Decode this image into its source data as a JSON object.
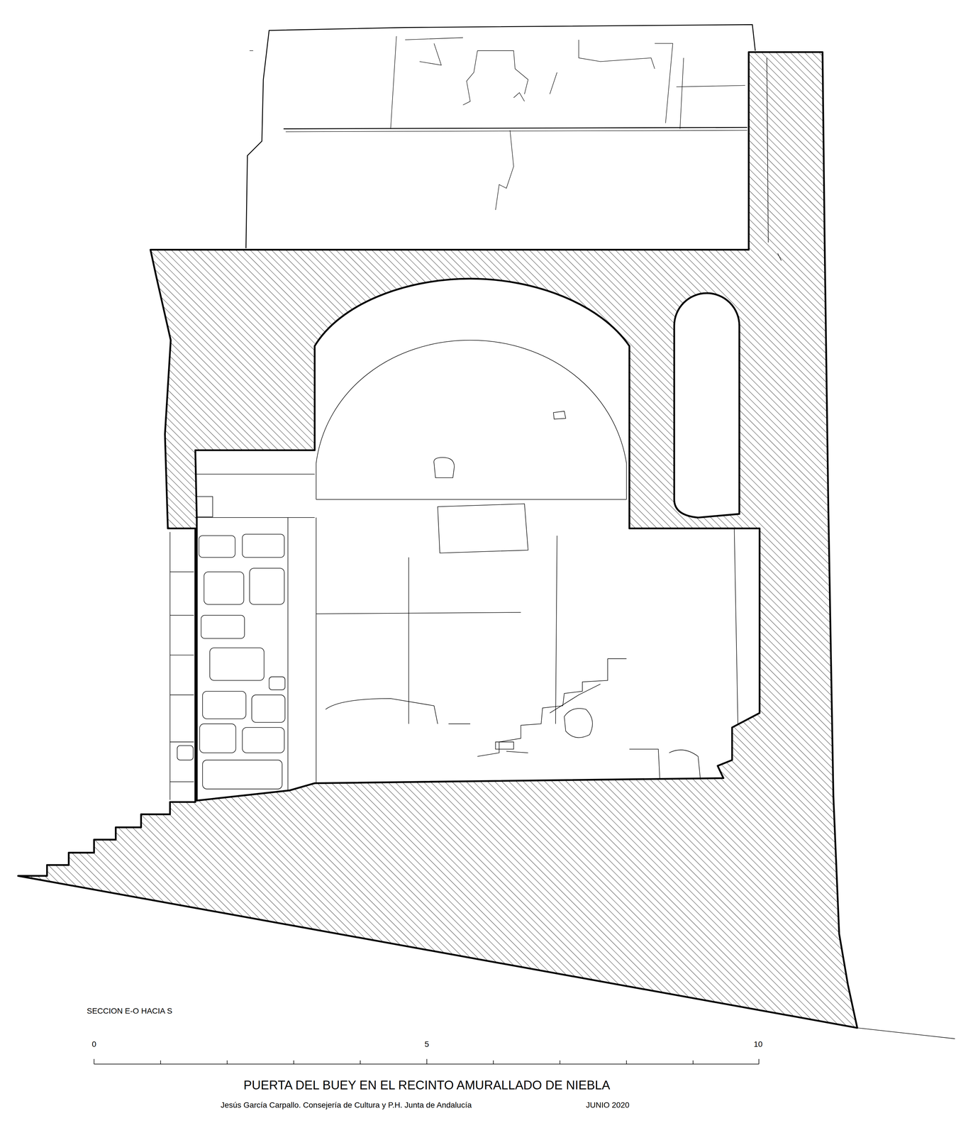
{
  "diagram": {
    "title": "PUERTA DEL BUEY EN EL RECINTO AMURALLADO DE NIEBLA",
    "labels": [
      "SECCION E-O HACIA S",
      "0",
      "5",
      "10",
      "Jesús García Carpallo. Consejería de Cultura y P.H. Junta de Andalucía",
      "JUNIO 2020"
    ]
  }
}
